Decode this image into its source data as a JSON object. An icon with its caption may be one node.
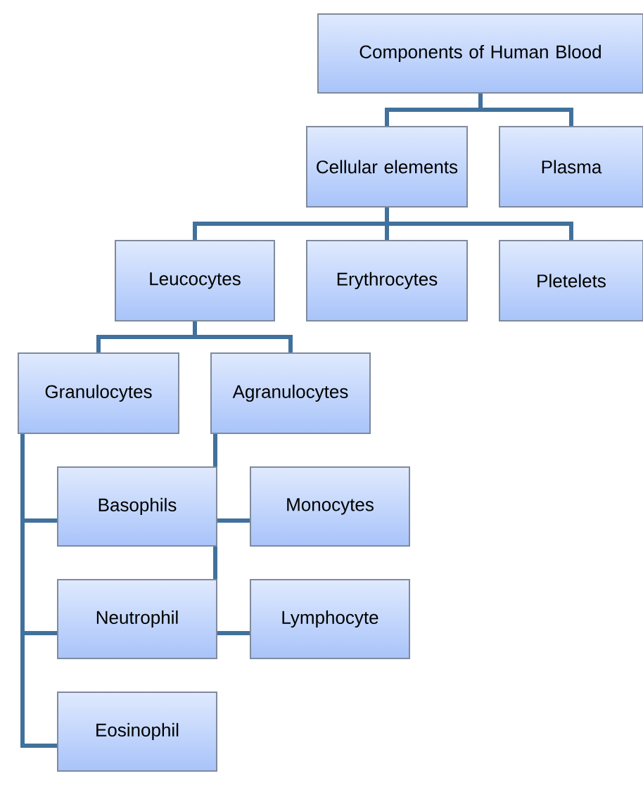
{
  "diagram": {
    "nodes": [
      {
        "text": [
          "Components of Human Blood"
        ]
      },
      {
        "text": [
          "Cellular elements"
        ]
      },
      {
        "text": [
          "Plasma"
        ]
      },
      {
        "text": [
          "Leucocytes"
        ]
      },
      {
        "text": [
          "Erythrocytes"
        ]
      },
      {
        "text": [
          "Pletelets"
        ]
      },
      {
        "text": [
          "Granulocytes"
        ]
      },
      {
        "text": [
          "Agranulocytes"
        ]
      },
      {
        "text": [
          "Basophils"
        ]
      },
      {
        "text": [
          "Monocytes"
        ]
      },
      {
        "text": [
          "Neutrophil"
        ]
      },
      {
        "text": [
          "Lymphocyte"
        ]
      },
      {
        "text": [
          "Eosinophil"
        ]
      }
    ],
    "edges": [
      {
        "from": 0,
        "to": 1,
        "arrow": "none"
      },
      {
        "from": 0,
        "to": 2,
        "arrow": "none"
      },
      {
        "from": 1,
        "to": 3,
        "arrow": "none"
      },
      {
        "from": 1,
        "to": 4,
        "arrow": "none"
      },
      {
        "from": 1,
        "to": 5,
        "arrow": "none"
      },
      {
        "from": 3,
        "to": 6,
        "arrow": "none"
      },
      {
        "from": 3,
        "to": 7,
        "arrow": "none"
      },
      {
        "from": 6,
        "to": 8,
        "arrow": "none"
      },
      {
        "from": 6,
        "to": 10,
        "arrow": "none"
      },
      {
        "from": 6,
        "to": 12,
        "arrow": "none"
      },
      {
        "from": 7,
        "to": 9,
        "arrow": "none"
      },
      {
        "from": 7,
        "to": 11,
        "arrow": "none"
      }
    ]
  }
}
